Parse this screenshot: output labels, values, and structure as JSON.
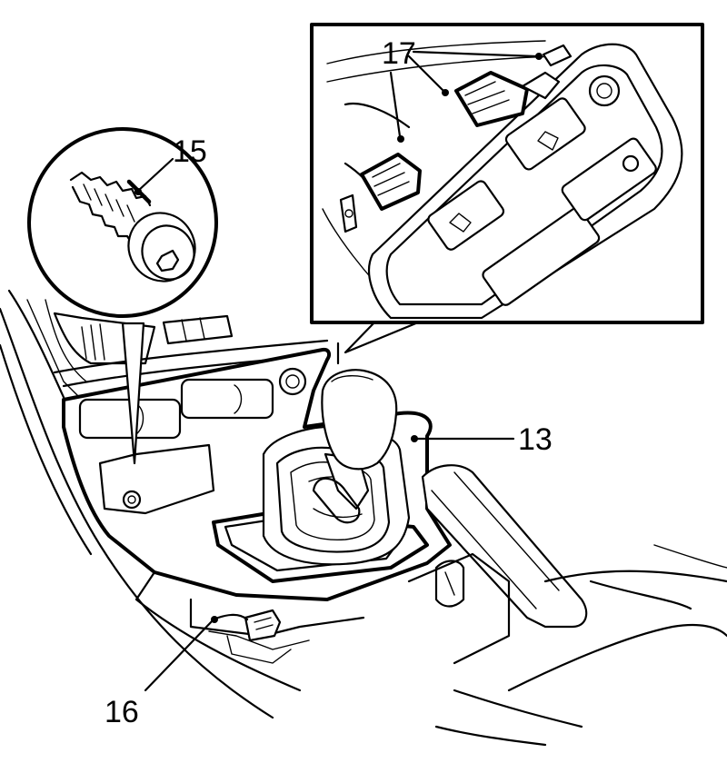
{
  "callouts": {
    "screw": "15",
    "gear_console": "13",
    "connector": "16",
    "switch_connectors": "17"
  }
}
